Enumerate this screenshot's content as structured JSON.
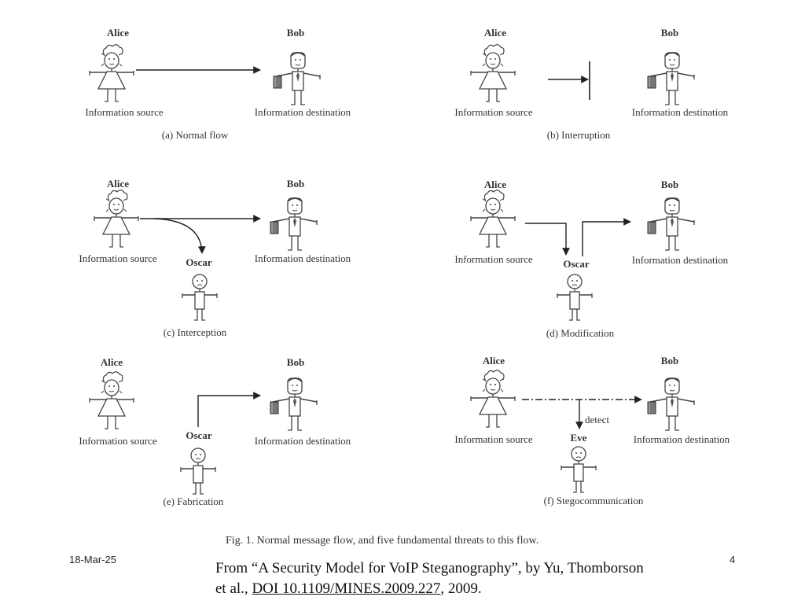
{
  "names": {
    "alice": "Alice",
    "bob": "Bob",
    "oscar": "Oscar",
    "eve": "Eve"
  },
  "roles": {
    "source": "Information source",
    "destination": "Information destination"
  },
  "panels": [
    {
      "caption": "(a) Normal flow"
    },
    {
      "caption": "(b) Interruption"
    },
    {
      "caption": "(c)  Interception"
    },
    {
      "caption": "(d) Modification"
    },
    {
      "caption": "(e) Fabrication"
    },
    {
      "caption": "(f) Stegocommunication"
    }
  ],
  "detect_label": "detect",
  "figure_caption": "Fig. 1.    Normal message flow, and five fundamental threats to this flow.",
  "footer": {
    "date": "18-Mar-25",
    "page": "4"
  },
  "citation": {
    "prefix": "From “A Security Model for VoIP Steganography”, by Yu, Thomborson et al., ",
    "doi": "DOI 10.1109/MINES.2009.227",
    "suffix": ", 2009."
  }
}
